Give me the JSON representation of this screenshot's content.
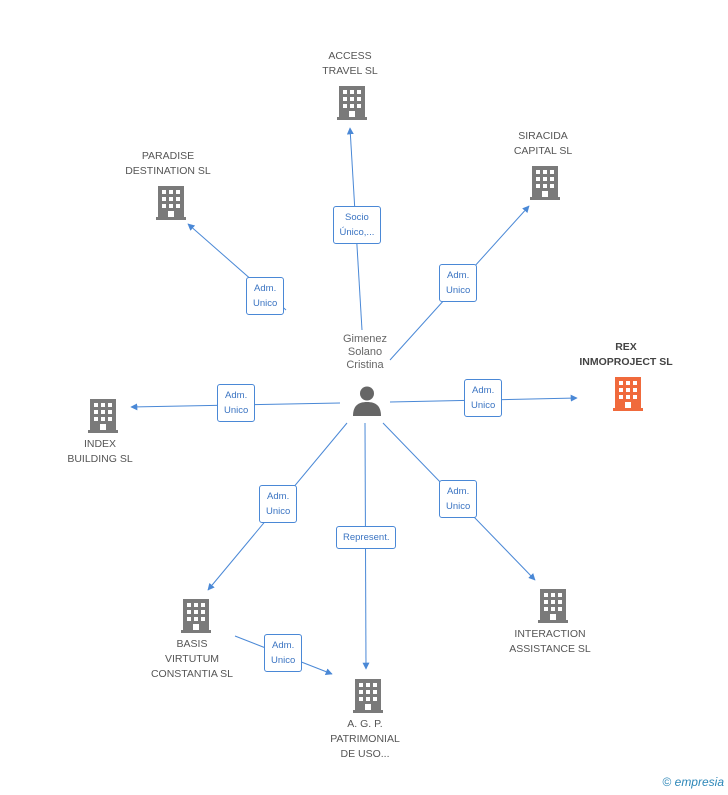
{
  "colors": {
    "edge": "#4a88d6",
    "building": "#7a7a7a",
    "building_highlight": "#f06a3c",
    "person": "#666666",
    "badge_text": "#3b74c2",
    "brand": "#2d87b8"
  },
  "center": {
    "icon": "person-icon",
    "label": "Gimenez\nSolano\nCristina"
  },
  "companies": [
    {
      "id": "access",
      "label": "ACCESS\nTRAVEL SL",
      "icon": "building-icon",
      "highlight": false
    },
    {
      "id": "paradise",
      "label": "PARADISE\nDESTINATION SL",
      "icon": "building-icon",
      "highlight": false
    },
    {
      "id": "siracida",
      "label": "SIRACIDA\nCAPITAL SL",
      "icon": "building-icon",
      "highlight": false
    },
    {
      "id": "rex",
      "label": "REX\nINMOPROJECT SL",
      "icon": "building-icon",
      "highlight": true
    },
    {
      "id": "index",
      "label": "INDEX\nBUILDING SL",
      "icon": "building-icon",
      "highlight": false
    },
    {
      "id": "interaction",
      "label": "INTERACTION\nASSISTANCE SL",
      "icon": "building-icon",
      "highlight": false
    },
    {
      "id": "basis",
      "label": "BASIS\nVIRTUTUM\nCONSTANTIA SL",
      "icon": "building-icon",
      "highlight": false
    },
    {
      "id": "agp",
      "label": "A.  G. P.\nPATRIMONIAL\nDE USO...",
      "icon": "building-icon",
      "highlight": false
    }
  ],
  "relations": [
    {
      "from": "center",
      "to": "access",
      "label": "Socio\nÚnico,..."
    },
    {
      "from": "center",
      "to": "paradise",
      "label": "Adm.\nUnico"
    },
    {
      "from": "center",
      "to": "siracida",
      "label": "Adm.\nUnico"
    },
    {
      "from": "center",
      "to": "rex",
      "label": "Adm.\nUnico"
    },
    {
      "from": "center",
      "to": "index",
      "label": "Adm.\nUnico"
    },
    {
      "from": "center",
      "to": "interaction",
      "label": "Adm.\nUnico"
    },
    {
      "from": "center",
      "to": "basis",
      "label": "Adm.\nUnico"
    },
    {
      "from": "center",
      "to": "agp",
      "label": "Represent."
    },
    {
      "from": "basis",
      "to": "agp",
      "label": "Adm.\nUnico"
    }
  ],
  "watermark": {
    "symbol": "©",
    "brand": "empresia"
  }
}
